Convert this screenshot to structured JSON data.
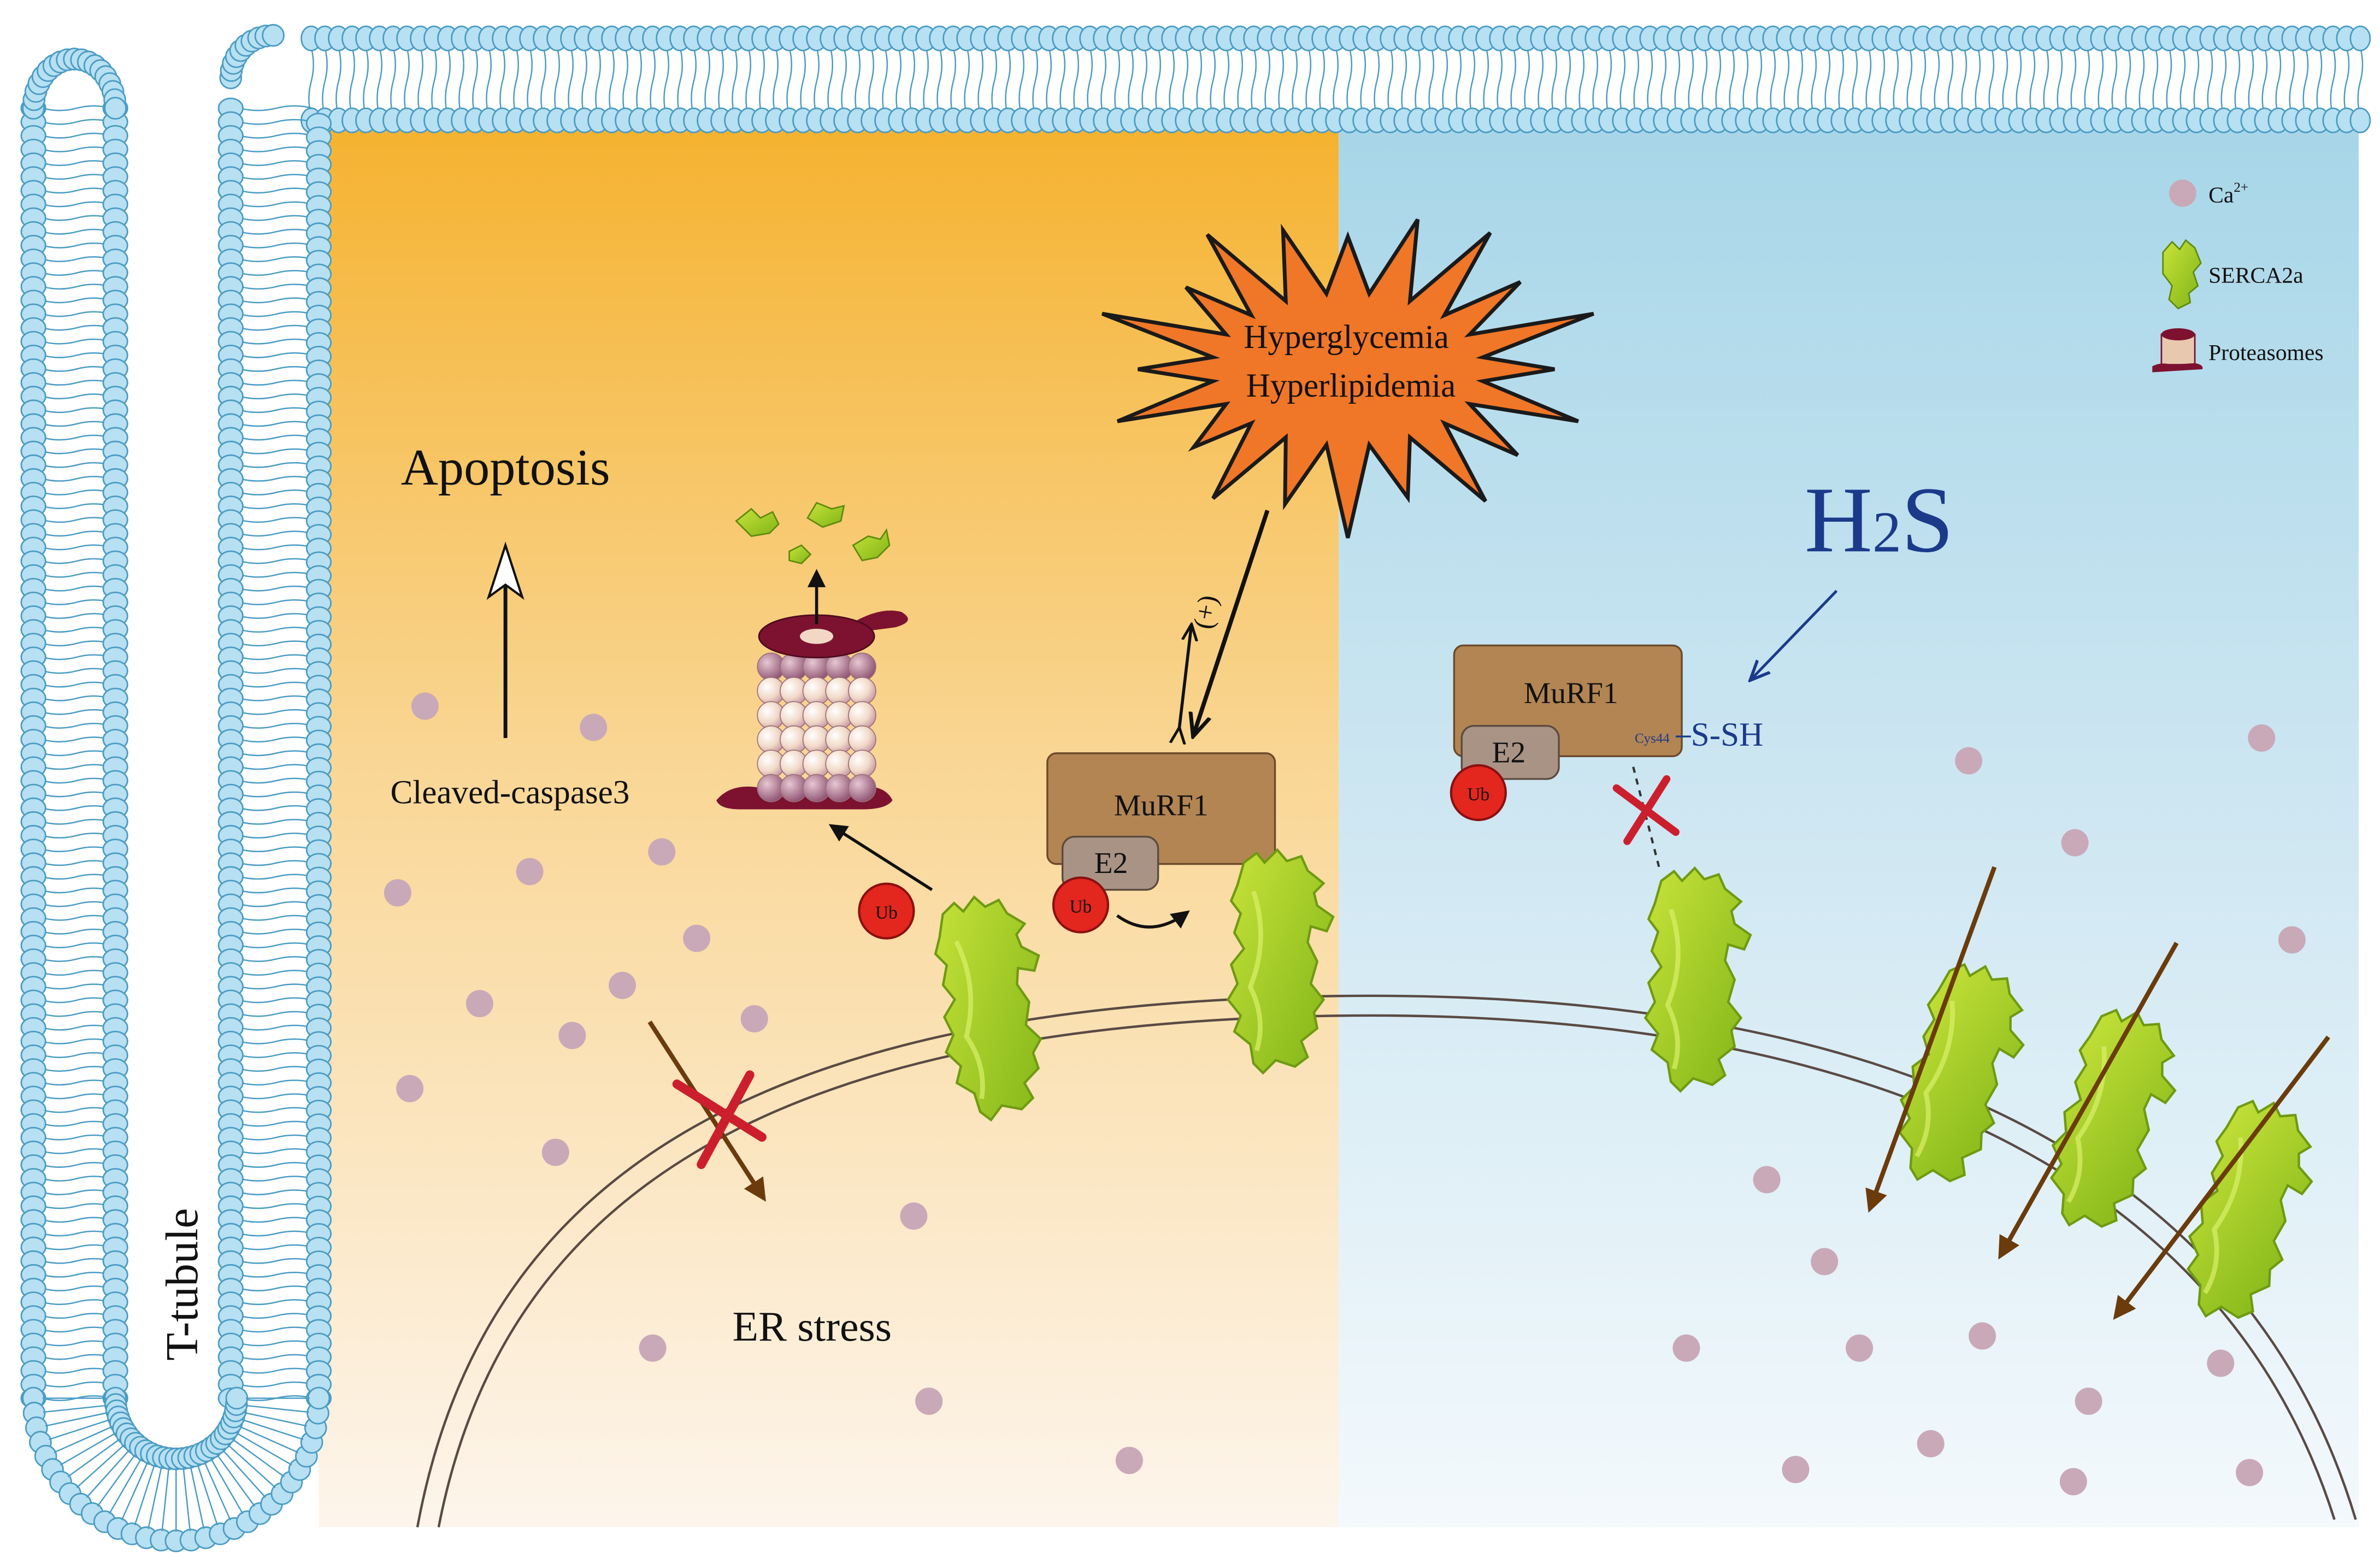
{
  "colors": {
    "left_panel_top": "#f5b22f",
    "left_panel_bottom": "#fdf3e6",
    "right_panel_top": "#a7d6e8",
    "right_panel_bottom": "#f2f8fc",
    "membrane_head": "#b7e0f2",
    "membrane_outline": "#4a9cc4",
    "calcium": "#c9a9b8",
    "serca": "#a9d22a",
    "serca_dark": "#6f9a12",
    "murf1": "#b38553",
    "e2": "#a99385",
    "ub": "#e3261e",
    "proteasome": "#7c1230",
    "starburst": "#f07628",
    "block_x": "#cc1f2e",
    "arrow_brown": "#6b3b0c",
    "h2s_blue": "#1b3a8a"
  },
  "labels": {
    "t_tubule": "T-tubule",
    "apoptosis": "Apoptosis",
    "cleaved_caspase": "Cleaved-caspase3",
    "er_stress": "ER stress",
    "stress_line1": "Hyperglycemia",
    "stress_line2": "Hyperlipidemia",
    "plus_sign": "(+)",
    "h2s_main": "H",
    "h2s_sub": "2",
    "h2s_s": "S",
    "murf1_left": "MuRF1",
    "e2_left": "E2",
    "ub_left_proteasome": "Ub",
    "ub_left_e2": "Ub",
    "murf1_right": "MuRF1",
    "e2_right": "E2",
    "ub_right": "Ub",
    "cys": "Cys44",
    "ssh": "S-SH"
  },
  "legend": {
    "calcium_base": "Ca",
    "calcium_sup": "2+",
    "serca": "SERCA2a",
    "proteasome": "Proteasomes"
  }
}
